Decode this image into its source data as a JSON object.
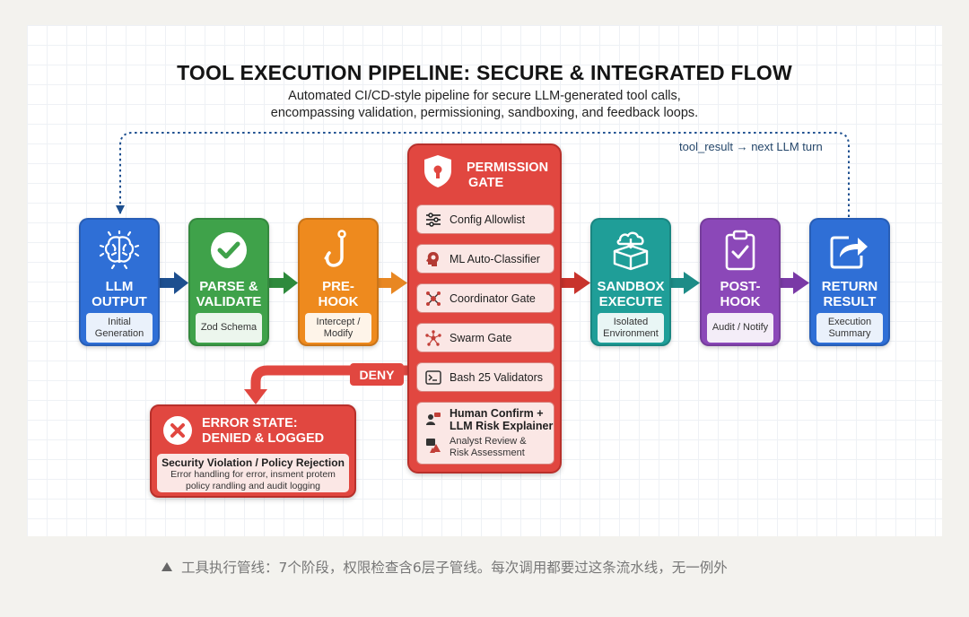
{
  "title": "TOOL EXECUTION PIPELINE: SECURE & INTEGRATED FLOW",
  "subtitle": {
    "line1": "Automated CI/CD-style pipeline for secure LLM-generated tool calls,",
    "line2": "encompassing validation, permissioning, sandboxing, and feedback loops."
  },
  "loop_label": "tool_result → next LLM turn",
  "stages": [
    {
      "label_line1": "LLM",
      "label_line2": "OUTPUT",
      "sub_line1": "Initial",
      "sub_line2": "Generation",
      "icon": "brain-icon",
      "color": "#2f6fd6"
    },
    {
      "label_line1": "PARSE &",
      "label_line2": "VALIDATE",
      "sub_line1": "Zod Schema",
      "sub_line2": "",
      "icon": "checkmark-icon",
      "color": "#3fa24a"
    },
    {
      "label_line1": "PRE-",
      "label_line2": "HOOK",
      "sub_line1": "Intercept /",
      "sub_line2": "Modify",
      "icon": "hook-icon",
      "color": "#ee8a1e"
    },
    {
      "label_line1": "SANDBOX",
      "label_line2": "EXECUTE",
      "sub_line1": "Isolated",
      "sub_line2": "Environment",
      "icon": "sandbox-box-icon",
      "color": "#1f9e98"
    },
    {
      "label_line1": "POST-",
      "label_line2": "HOOK",
      "sub_line1": "Audit / Notify",
      "sub_line2": "",
      "icon": "clipboard-check-icon",
      "color": "#8b48b8"
    },
    {
      "label_line1": "RETURN",
      "label_line2": "RESULT",
      "sub_line1": "Execution",
      "sub_line2": "Summary",
      "icon": "share-arrow-icon",
      "color": "#2f6fd6"
    }
  ],
  "permission_gate": {
    "title_line1": "PERMISSION",
    "title_line2": "GATE",
    "color": "#e14740",
    "items": [
      {
        "label": "Config Allowlist",
        "icon": "sliders-icon"
      },
      {
        "label": "ML Auto-Classifier",
        "icon": "ml-head-icon"
      },
      {
        "label": "Coordinator Gate",
        "icon": "network-icon"
      },
      {
        "label": "Swarm Gate",
        "icon": "swarm-icon"
      },
      {
        "label": "Bash 25 Validators",
        "icon": "terminal-icon"
      }
    ],
    "human_confirm": {
      "line1": "Human Confirm +",
      "line2": "LLM Risk Explainer",
      "sub_line1": "Analyst Review &",
      "sub_line2": "Risk Assessment"
    }
  },
  "deny_label": "DENY",
  "error_state": {
    "title_line1": "ERROR STATE:",
    "title_line2": "DENIED & LOGGED",
    "main": "Security Violation / Policy Rejection",
    "sub_line1": "Error handling for error, insment protem",
    "sub_line2": "policy randling and audit logging"
  },
  "caption": "工具执行管线：7个阶段，权限检查含6层子管线。每次调用都要过这条流水线，无一例外"
}
